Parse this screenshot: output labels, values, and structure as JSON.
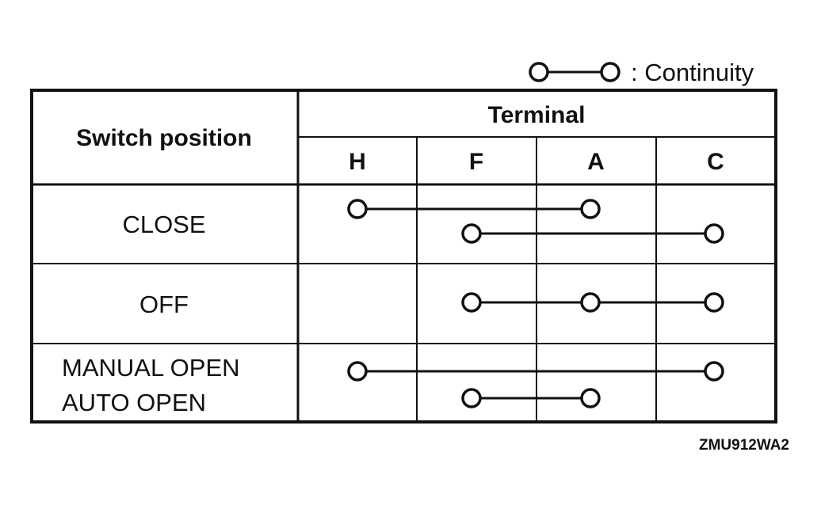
{
  "legend": {
    "label": ": Continuity"
  },
  "table": {
    "switch_header": "Switch position",
    "terminal_header": "Terminal",
    "terminals": [
      "H",
      "F",
      "A",
      "C"
    ],
    "rows": [
      {
        "labels": [
          "CLOSE"
        ],
        "connections": [
          [
            "H",
            "A"
          ],
          [
            "F",
            "C"
          ]
        ]
      },
      {
        "labels": [
          "OFF"
        ],
        "connections": [
          [
            "F",
            "A",
            "C"
          ]
        ]
      },
      {
        "labels": [
          "MANUAL OPEN",
          "AUTO OPEN"
        ],
        "connections": [
          [
            "H",
            "C"
          ],
          [
            "F",
            "A"
          ]
        ]
      }
    ]
  },
  "figure_code": "ZMU912WA2"
}
